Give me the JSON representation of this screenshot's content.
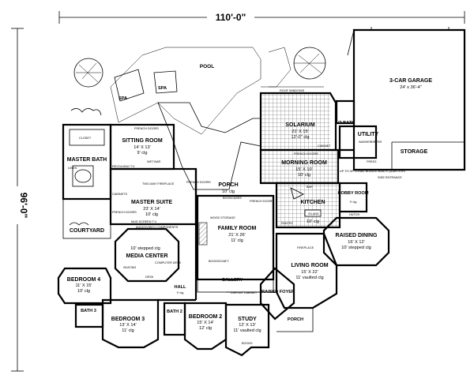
{
  "dimensions": {
    "width": "110'-0\"",
    "depth": "96'-0\""
  },
  "outdoor": {
    "pool": "POOL",
    "spa1": "SPA",
    "spa2": "SPA",
    "courtyard": "COURTYARD",
    "porch_rear": "PORCH",
    "porch_front": "PORCH"
  },
  "rooms": {
    "garage": {
      "name": "3-CAR GARAGE",
      "size": "24' x 36'-4\""
    },
    "storage": {
      "name": "STORAGE"
    },
    "utility": {
      "name": "UTILITY"
    },
    "solarium": {
      "name": "SOLARIUM",
      "size": "21' X 15'",
      "ceiling": "12'-0\" clg"
    },
    "half_bath": {
      "name": "1/2 BATH"
    },
    "morning": {
      "name": "MORNING ROOM",
      "size": "15' X 10'",
      "ceiling": "10' clg"
    },
    "kitchen": {
      "name": "KITCHEN",
      "ceiling": "10' clg"
    },
    "hobby": {
      "name": "HOBBY ROOM",
      "ceiling": "9' clg"
    },
    "raised_dining": {
      "name": "RAISED DINING",
      "size": "16' X 12'",
      "ceiling": "10' stepped clg"
    },
    "living": {
      "name": "LIVING ROOM",
      "size": "15' X 22'",
      "ceiling": "11' vaulted clg"
    },
    "raised_foyer": {
      "name": "RAISED FOYER"
    },
    "study": {
      "name": "STUDY",
      "size": "12' X 13'",
      "ceiling": "11' vaulted clg"
    },
    "family": {
      "name": "FAMILY ROOM",
      "size": "21' X 26'",
      "ceiling": "11' clg"
    },
    "gallery": {
      "name": "GALLERY"
    },
    "porch_room": {
      "ceiling": "10' clg"
    },
    "sitting": {
      "name": "SITTING ROOM",
      "size": "14' X 13'",
      "ceiling": "9' clg"
    },
    "master_bath": {
      "name": "MASTER BATH"
    },
    "master_suite": {
      "name": "MASTER SUITE",
      "size": "23' X 14'",
      "ceiling": "10' clg"
    },
    "media": {
      "name": "MEDIA CENTER",
      "ceiling": "10' stepped clg"
    },
    "bedroom4": {
      "name": "BEDROOM 4",
      "size": "11' X 15'",
      "ceiling": "10' clg"
    },
    "bedroom3": {
      "name": "BEDROOM 3",
      "size": "13' X 14'",
      "ceiling": "11' clg"
    },
    "bedroom2": {
      "name": "BEDROOM 2",
      "size": "15' X 14'",
      "ceiling": "12' clg"
    },
    "hall": {
      "name": "HALL",
      "ceiling": "9' clg"
    },
    "bath2": {
      "name": "BATH 2"
    },
    "bath3": {
      "name": "BATH 3"
    }
  },
  "notes": {
    "closet": "CLOSET",
    "french_doors_sitting": "FRENCH DOORS",
    "revolving_tv": "REVOLVING T.V.",
    "wet_bar": "WET BAR",
    "two_way_fireplace": "TWO-WAY FIREPLACE",
    "cabinets": "CABINETS",
    "french_doors_master": "FRENCH DOORS",
    "mud_screen_tv": "MUD SCREEN T.V.",
    "audio_video": "AUDIO/VIDEO COMPONENTS",
    "computer_desk": "COMPUTER DESK",
    "seating": "SEATING",
    "desk": "DESK",
    "french_doors_porch": "FRENCH DOORS",
    "bookcases": "BOOKCASES",
    "wood_storage": "WOOD STORAGE",
    "books_cab": "BOOKS/CAB'T.",
    "french_doors_family": "FRENCH DOORS",
    "roof_windows": "ROOF WINDOWS",
    "french_doors_solarium": "FRENCH DOORS",
    "cabinet_solarium": "CABINET",
    "up_to_bonus": "UP TO OPTIONAL BONUS/ MAID'S QUARTERS",
    "washer": "WASHER",
    "dryer": "DRYER",
    "freezer": "FREEZ.",
    "side_entrance": "SIDE ENTRANCE",
    "island": "ISLAND",
    "pantry": "PANTRY",
    "fireplace": "FIREPLACE",
    "display_cabinet": "DISPLAY CABINET",
    "books": "BOOKS",
    "linen": "LINEN",
    "hutch": "HUTCH",
    "bar": "BAR"
  }
}
